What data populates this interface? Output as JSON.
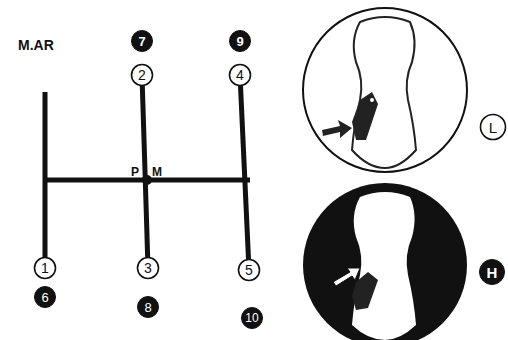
{
  "diagram": {
    "nodes": [
      {
        "text": [
          "7"
        ]
      },
      {
        "text": [
          "9"
        ]
      },
      {
        "text": [
          "2"
        ]
      },
      {
        "text": [
          "4"
        ]
      },
      {
        "text": [
          "1"
        ]
      },
      {
        "text": [
          "3"
        ]
      },
      {
        "text": [
          "5"
        ]
      },
      {
        "text": [
          "6"
        ]
      },
      {
        "text": [
          "8"
        ]
      },
      {
        "text": [
          "10"
        ]
      },
      {
        "text": [
          "L"
        ]
      },
      {
        "text": [
          "H"
        ]
      }
    ],
    "edges": [
      {
        "from": 2,
        "to": 5,
        "arrow": "none"
      },
      {
        "from": 3,
        "to": 6,
        "arrow": "none"
      }
    ],
    "labels": [
      "M.AR",
      "P",
      "M"
    ]
  }
}
